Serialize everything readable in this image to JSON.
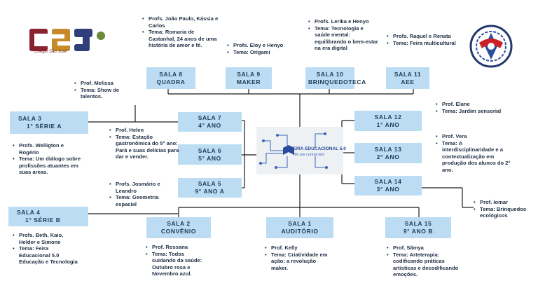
{
  "rooms": {
    "sala8": {
      "title": "SALA 8",
      "subtitle": "QUADRA"
    },
    "sala9": {
      "title": "SALA 9",
      "subtitle": "MAKER"
    },
    "sala10": {
      "title": "SALA 10",
      "subtitle": "BRINQUEDOTECA"
    },
    "sala11": {
      "title": "SALA 11",
      "subtitle": "AEE"
    },
    "sala3": {
      "title": "SALA 3",
      "subtitle": "1° SÉRIE A"
    },
    "sala4": {
      "title": "SALA 4",
      "subtitle": "1° SÉRIE B"
    },
    "sala7": {
      "title": "SALA 7",
      "subtitle": "4° ANO"
    },
    "sala6": {
      "title": "SALA 6",
      "subtitle": "5° ANO"
    },
    "sala5": {
      "title": "SALA 5",
      "subtitle": "9° ANO A"
    },
    "sala12": {
      "title": "SALA 12",
      "subtitle": "1° ANO"
    },
    "sala13": {
      "title": "SALA 13",
      "subtitle": "2° ANO"
    },
    "sala14": {
      "title": "SALA 14",
      "subtitle": "3° ANO"
    },
    "sala2": {
      "title": "SALA 2",
      "subtitle": "CONVÊNIO"
    },
    "sala1": {
      "title": "SALA 1",
      "subtitle": "AUDITÓRIO"
    },
    "sala15": {
      "title": "SALA 15",
      "subtitle": "9° ANO B"
    }
  },
  "notes": {
    "sala8": [
      "Profs. João Paulo, Kássia e Carlos",
      "Tema: Romaria de Castanhal, 24 anos de uma história de amor e fé."
    ],
    "sala9": [
      "Profs. Eloy e Henyo",
      "Tema: Origami"
    ],
    "sala10": [
      "Profs. Lerika e Henyo",
      "Tema: Tecnologia e saúde mental: equilibrando o bem-estar na era digital"
    ],
    "sala11": [
      "Profs. Raquel e Renata",
      "Tema: Feira multicultural"
    ],
    "melissa": [
      "Prof. Melissa",
      "Tema: Show de talentos."
    ],
    "sala3": [
      "Profs. Welligton e Rogério",
      "Tema: Um diálogo sobre profissões atuantes em suas areas."
    ],
    "sala7": [
      "Prof. Helen",
      "Tema: Estação gastronômica do 5° ano: Pará e suas delícias para dar e vender."
    ],
    "sala5": [
      "Profs. Josmário e Leandro",
      "Tema: Geometria espacial"
    ],
    "sala12": [
      "Prof. Elane",
      "Tema: Jardim sensorial"
    ],
    "sala13": [
      "Prof. Vera",
      "Tema: A interdisciplinaridade e a contextualização em produção dos alunos do 2° ano."
    ],
    "sala14": [
      "Prof. Iomar",
      "Tema: Brinquedos ecológicos"
    ],
    "sala4": [
      "Profs. Beth, Kaio, Helder e Simone",
      "Tema: Feira Educacional 5.0 Educação e Tecnologia"
    ],
    "sala2": [
      "Prof. Rossana",
      "Tema: Todos cuidando da saúde: Outubro rosa e Novembro azul."
    ],
    "sala1": [
      "Prof. Kelly",
      "Tema: Criatividade em ação: a revolução maker."
    ],
    "sala15": [
      "Prof. Sâmya",
      "Tema: Arteterapia: codificando práticas artísticas e decodificando emoções."
    ]
  },
  "center": {
    "line1": "FEIRA EDUCACIONAL 5.0",
    "line2": "We are connected"
  },
  "logo_left": {
    "text": "Colégio São José",
    "icon": "school-logo-icon"
  },
  "logo_right": {
    "icon": "emblem-logo-icon"
  },
  "colors": {
    "room_fill": "#bcdcf3",
    "line": "#1b1b1b",
    "text": "#1f2f44"
  }
}
